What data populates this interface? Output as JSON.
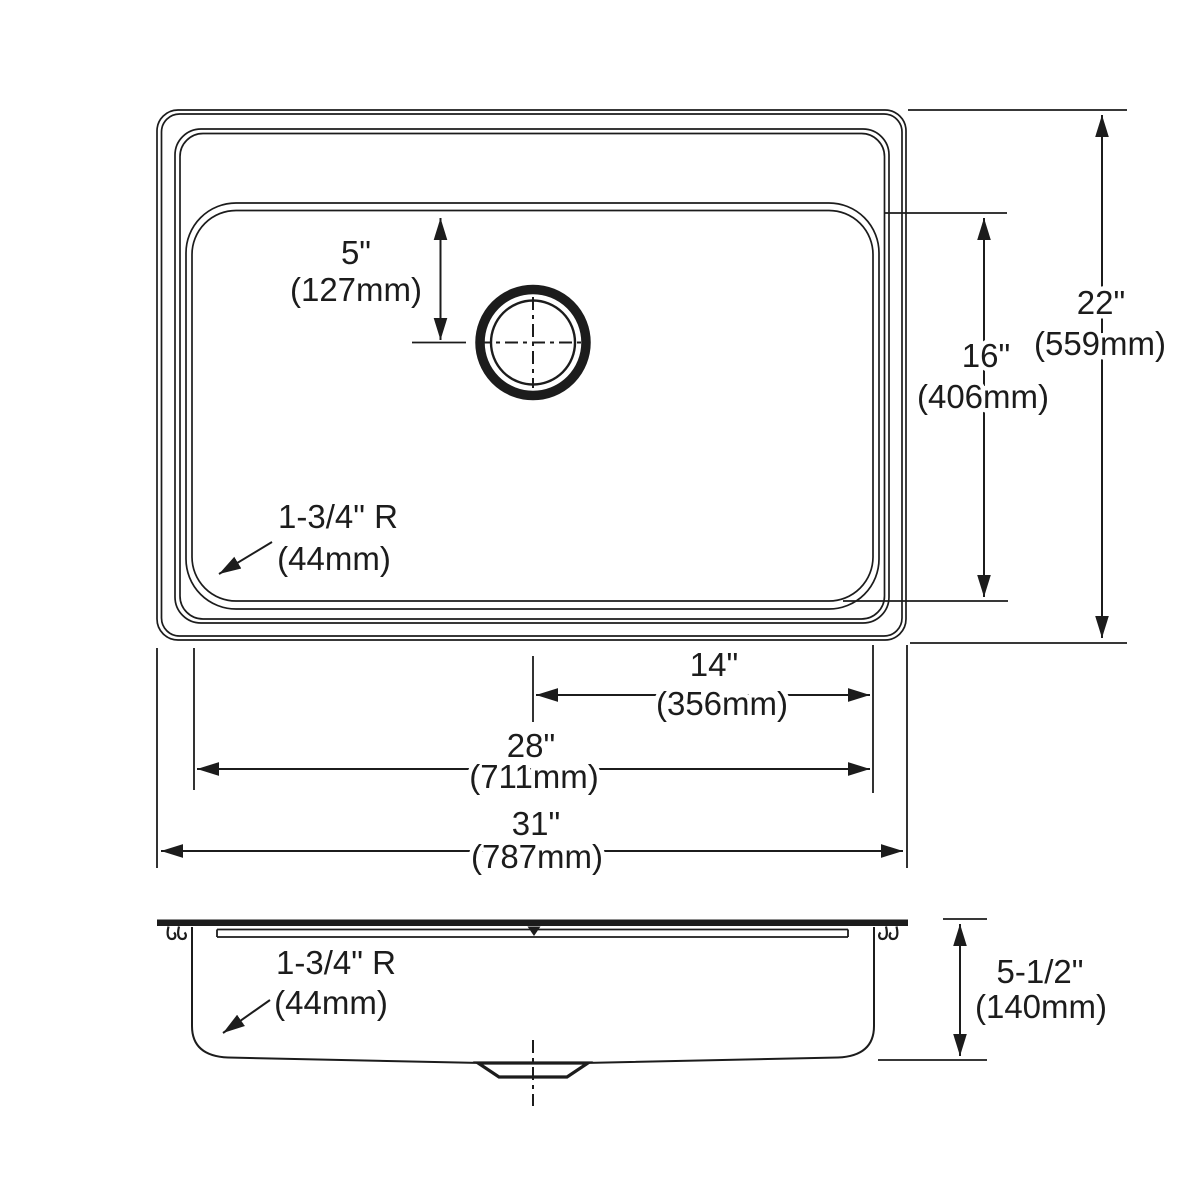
{
  "diagram": {
    "top_view": {
      "drain_offset_in": "5\"",
      "drain_offset_mm": "(127mm)",
      "bowl_front_back_in": "16\"",
      "bowl_front_back_mm": "(406mm)",
      "overall_front_back_in": "22\"",
      "overall_front_back_mm": "(559mm)",
      "corner_radius_label": "1-3/4\" R",
      "corner_radius_mm": "(44mm)",
      "drain_to_edge_in": "14\"",
      "drain_to_edge_mm": "(356mm)",
      "bowl_width_in": "28\"",
      "bowl_width_mm": "(711mm)",
      "overall_width_in": "31\"",
      "overall_width_mm": "(787mm)"
    },
    "side_view": {
      "corner_radius_label": "1-3/4\" R",
      "corner_radius_mm": "(44mm)",
      "depth_in": "5-1/2\"",
      "depth_mm": "(140mm)"
    }
  }
}
